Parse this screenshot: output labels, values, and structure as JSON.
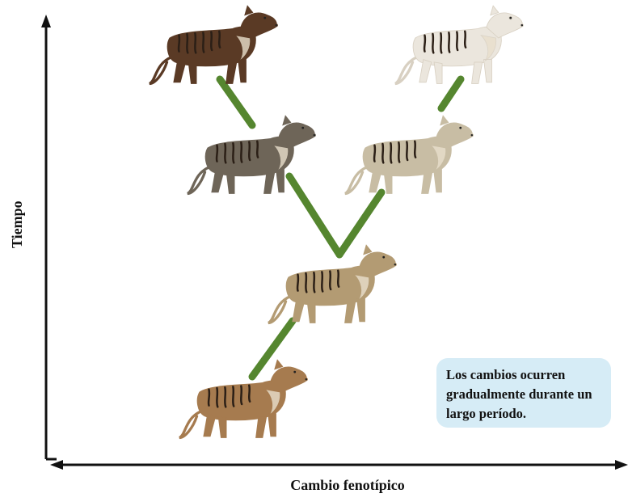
{
  "diagram": {
    "y_axis_label": "Tiempo",
    "x_axis_label": "Cambio fenotípico",
    "note": "Los cambios ocurren gradualmente durante un largo período.",
    "colors": {
      "branch": "#55862f",
      "axis": "#111111",
      "note_bg": "#d6ecf6",
      "tiger_1": "#a67b4f",
      "tiger_2": "#b39b73",
      "tiger_3": "#6e6558",
      "tiger_4": "#c8bda4",
      "tiger_5": "#5a3a25",
      "tiger_6": "#ebe6dd"
    }
  }
}
